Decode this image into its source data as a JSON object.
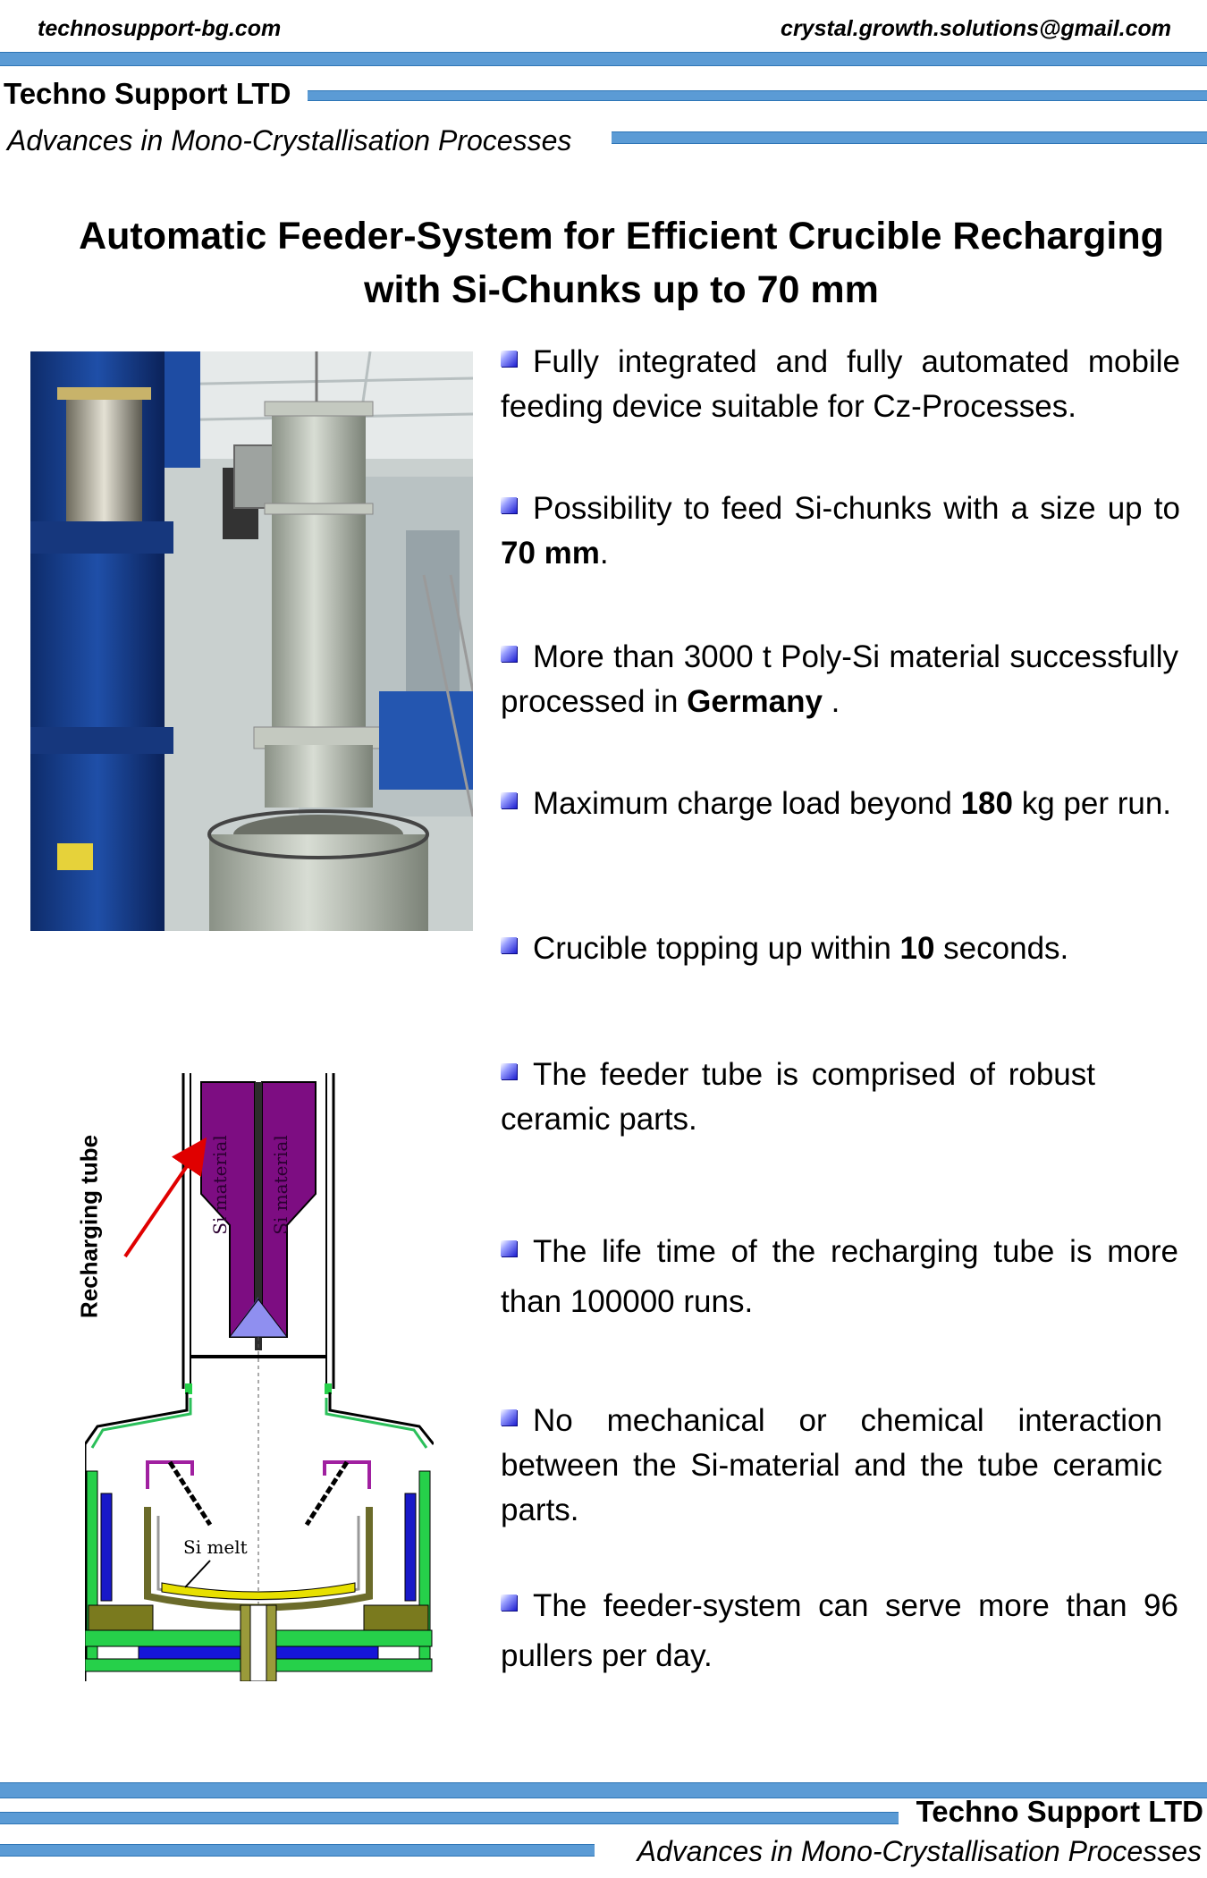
{
  "header": {
    "website": "technosupport-bg.com",
    "email": "crystal.growth.solutions@gmail.com",
    "company": "Techno Support LTD",
    "tagline": "Advances in Mono-Crystallisation Processes"
  },
  "title": {
    "line1": "Automatic Feeder-System for Efficient Crucible Recharging",
    "line2": "with Si-Chunks up to 70 mm"
  },
  "bullets": [
    {
      "pre": "Fully integrated and fully automated mobile feeding device suitable for Cz-Processes.",
      "bold": "",
      "post": ""
    },
    {
      "pre": "Possibility to feed Si-chunks with a size up to ",
      "bold": "70 mm",
      "post": "."
    },
    {
      "pre": "More than 3000 t Poly-Si material successfully processed in ",
      "bold": "Germany",
      "post": " ."
    },
    {
      "pre": "Maximum charge load beyond ",
      "bold": "180",
      "post": " kg per run."
    },
    {
      "pre": "Crucible topping up within ",
      "bold": "10",
      "post": " seconds."
    },
    {
      "pre": "The feeder tube is comprised of robust ceramic parts.",
      "bold": "",
      "post": ""
    },
    {
      "pre": "The life time of the recharging tube is more than 100000 runs.",
      "bold": "",
      "post": ""
    },
    {
      "pre": "No mechanical or chemical interaction between the Si-material and the tube ceramic parts.",
      "bold": "",
      "post": ""
    },
    {
      "pre": "The feeder-system can serve more than 96  pullers per day.",
      "bold": "",
      "post": ""
    }
  ],
  "diagram": {
    "tube_label": "Recharging tube",
    "material_label_left": "Si material",
    "material_label_right": "Si material",
    "melt_label": "Si melt"
  },
  "footer": {
    "company": "Techno Support LTD",
    "tagline": "Advances in Mono-Crystallisation Processes"
  }
}
